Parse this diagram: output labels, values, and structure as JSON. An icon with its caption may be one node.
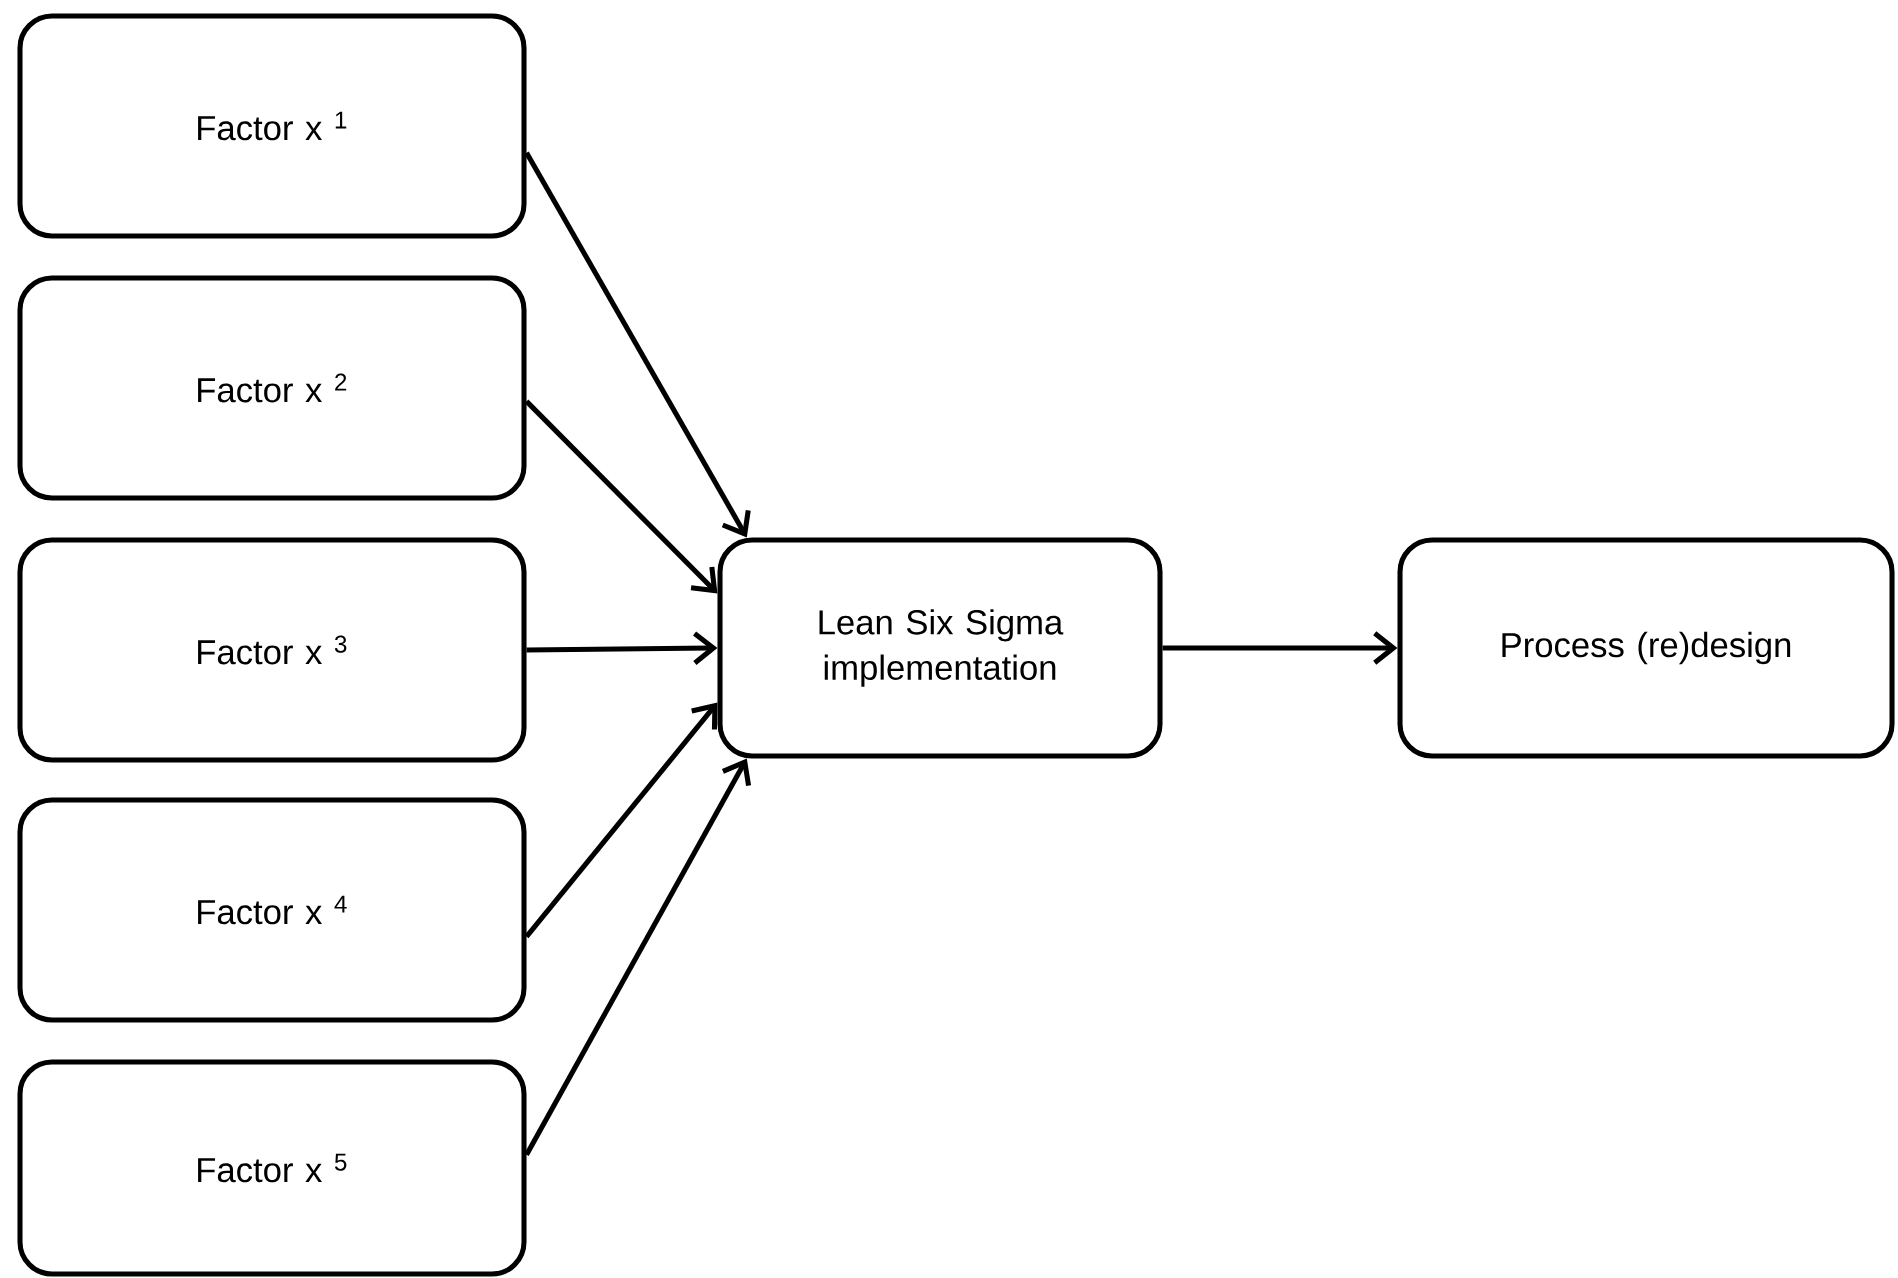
{
  "diagram": {
    "nodes": [
      {
        "text": [
          "Factor x $^{1}$"
        ]
      },
      {
        "text": [
          "Factor x $^{2}$"
        ]
      },
      {
        "text": [
          "Factor x $^{3}$"
        ]
      },
      {
        "text": [
          "Factor x $^{4}$"
        ]
      },
      {
        "text": [
          "Factor x $^{5}$"
        ]
      },
      {
        "text": [
          "Lean Six Sigma implementation"
        ]
      },
      {
        "text": [
          "Process (re)design"
        ]
      }
    ],
    "edges": [
      {
        "from": 0,
        "to": 5,
        "arrow": "to"
      },
      {
        "from": 1,
        "to": 5,
        "arrow": "to"
      },
      {
        "from": 2,
        "to": 5,
        "arrow": "to"
      },
      {
        "from": 3,
        "to": 5,
        "arrow": "to"
      },
      {
        "from": 4,
        "to": 5,
        "arrow": "to"
      },
      {
        "from": 5,
        "to": 6,
        "arrow": "to"
      }
    ]
  }
}
